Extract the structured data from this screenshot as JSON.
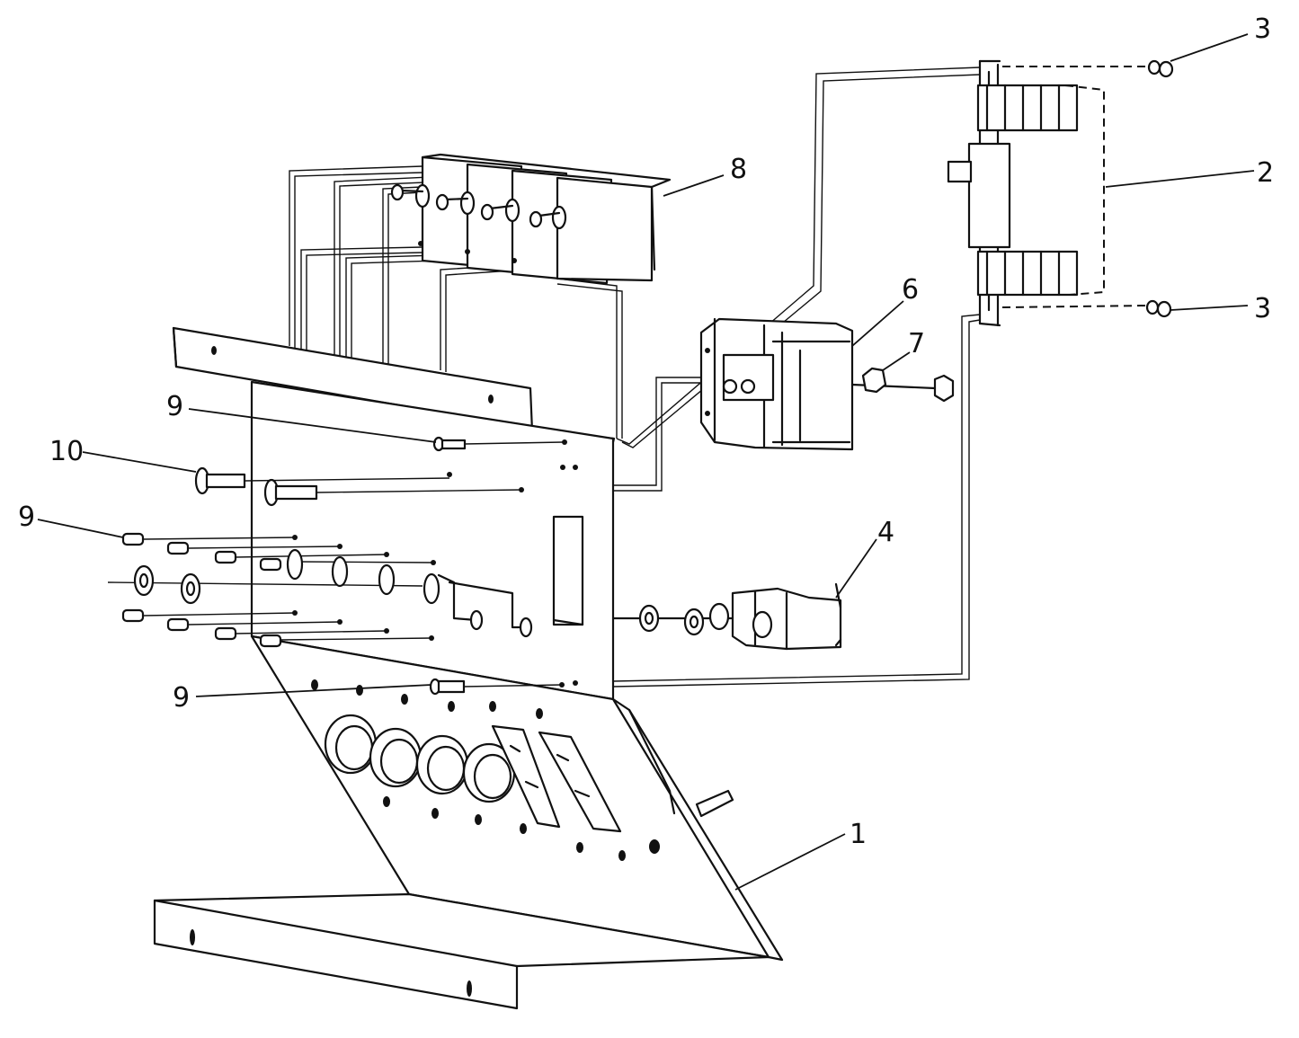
{
  "callouts": {
    "c1": "1",
    "c2": "2",
    "c3a": "3",
    "c3b": "3",
    "c4": "4",
    "c6": "6",
    "c7": "7",
    "c8": "8",
    "c9a": "9",
    "c9b": "9",
    "c9c": "9",
    "c10": "10"
  }
}
